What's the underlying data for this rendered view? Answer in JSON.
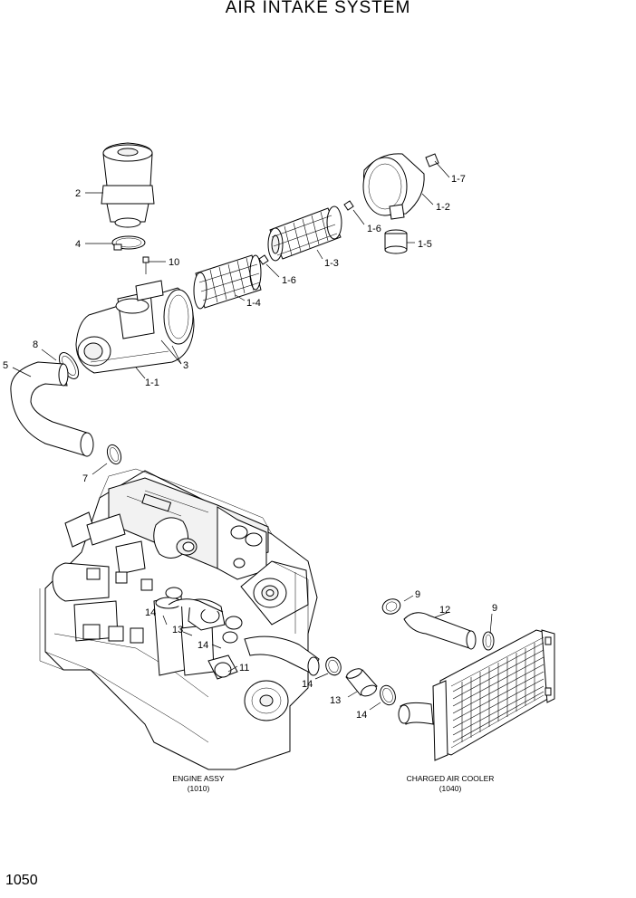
{
  "title": "AIR INTAKE SYSTEM",
  "page_number": "1050",
  "captions": {
    "engine_name": "ENGINE ASSY",
    "engine_ref": "(1010)",
    "cooler_name": "CHARGED AIR COOLER",
    "cooler_ref": "(1040)"
  },
  "callouts": [
    "2",
    "4",
    "10",
    "1-7",
    "1-2",
    "1-6",
    "1-5",
    "1-3",
    "1-6",
    "1-4",
    "8",
    "5",
    "3",
    "1-1",
    "7",
    "9",
    "12",
    "9",
    "14",
    "13",
    "14",
    "11",
    "14",
    "13",
    "14"
  ]
}
